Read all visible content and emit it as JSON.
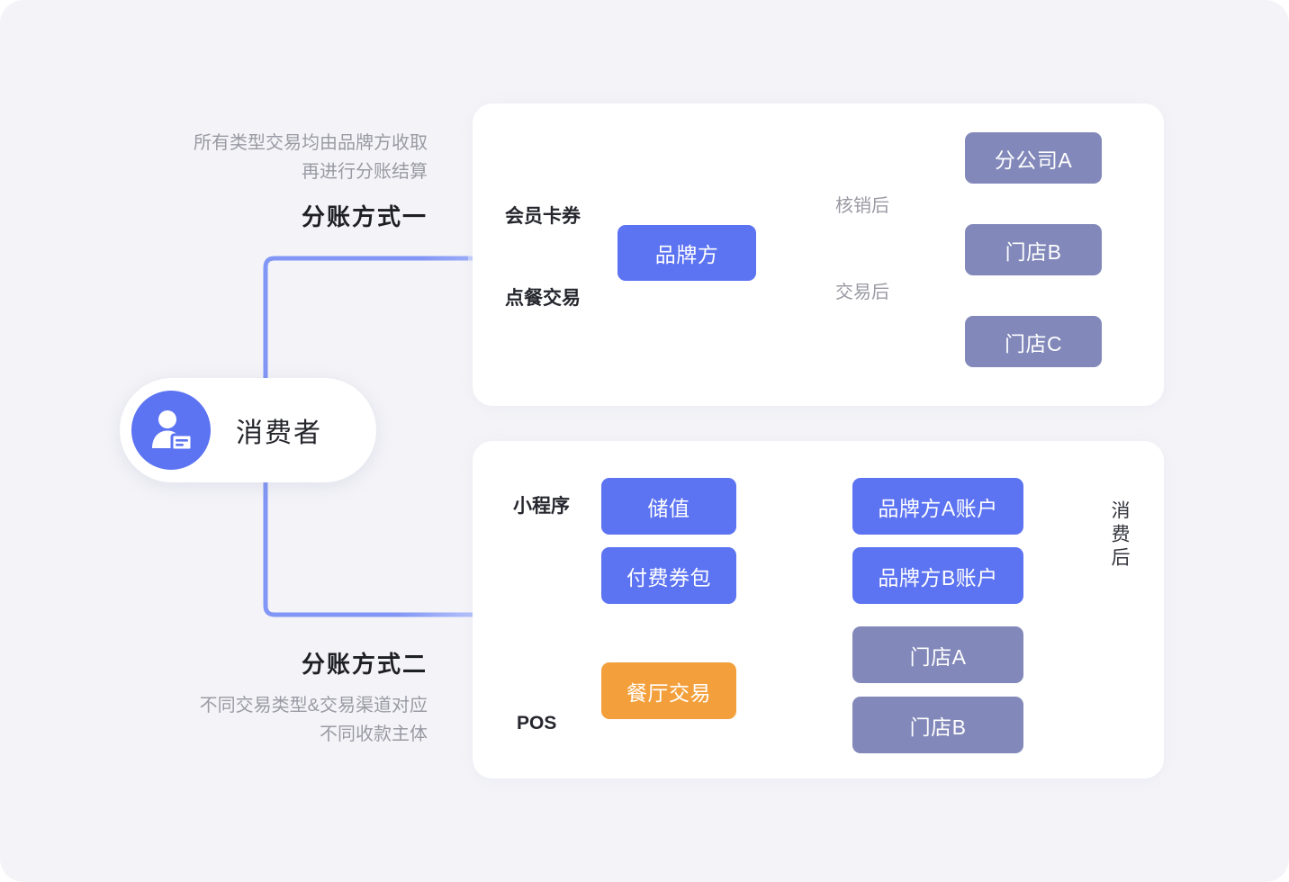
{
  "page": {
    "background": "#f4f4f8",
    "accent_blue": "#5c73f2",
    "accent_purple": "#8289ba",
    "accent_orange": "#f3a03c",
    "arrow_color": "#c3cefa"
  },
  "consumer": {
    "label": "消费者",
    "icon": "user-card-icon"
  },
  "method_one": {
    "caption_line1": "所有类型交易均由品牌方收取",
    "caption_line2": "再进行分账结算",
    "title": "分账方式一",
    "channel_top": "会员卡券",
    "channel_bottom": "点餐交易",
    "hub": "品牌方",
    "edge_top": "核销后",
    "edge_bottom": "交易后",
    "receivers": [
      {
        "label": "分公司A"
      },
      {
        "label": "门店B"
      },
      {
        "label": "门店C"
      }
    ]
  },
  "method_two": {
    "title": "分账方式二",
    "caption_line1": "不同交易类型&交易渠道对应",
    "caption_line2": "不同收款主体",
    "channel_top": "小程序",
    "channel_bottom": "POS",
    "sources": [
      {
        "label": "储值",
        "color": "blue"
      },
      {
        "label": "付费券包",
        "color": "blue"
      },
      {
        "label": "餐厅交易",
        "color": "orange"
      }
    ],
    "targets": [
      {
        "label": "品牌方A账户",
        "color": "blue"
      },
      {
        "label": "品牌方B账户",
        "color": "blue"
      },
      {
        "label": "门店A",
        "color": "purple"
      },
      {
        "label": "门店B",
        "color": "purple"
      }
    ],
    "settlement_note": "消费后"
  }
}
